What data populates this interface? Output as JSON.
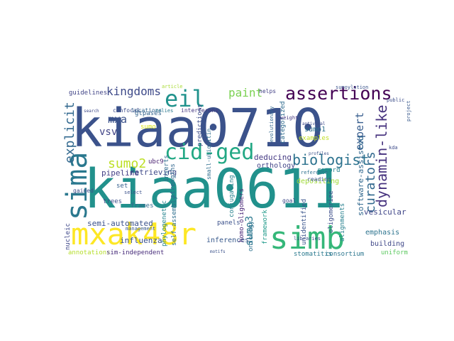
{
  "words": [
    {
      "text": "kiaa0710",
      "color": "#3b528b"
    },
    {
      "text": "kiaa0611",
      "color": "#21918c"
    },
    {
      "text": "mxak48r",
      "color": "#fde725"
    },
    {
      "text": "simb",
      "color": "#35b779"
    },
    {
      "text": "sima",
      "color": "#2a788e"
    },
    {
      "text": "cid-ged",
      "color": "#22a884"
    },
    {
      "text": "assertions",
      "color": "#440154"
    },
    {
      "text": "eil",
      "color": "#20928c"
    },
    {
      "text": "explicit",
      "color": "#31688e"
    },
    {
      "text": "biologist",
      "color": "#2c728e"
    },
    {
      "text": "dynamin-like",
      "color": "#46327e"
    },
    {
      "text": "curators",
      "color": "#31688e"
    },
    {
      "text": "sumo2",
      "color": "#bddf26"
    },
    {
      "text": "kingdoms",
      "color": "#3e4a89"
    },
    {
      "text": "paint",
      "color": "#7ad151"
    },
    {
      "text": "expert",
      "color": "#365c8d"
    },
    {
      "text": "mxa",
      "color": "#3b528b"
    },
    {
      "text": "vsv",
      "color": "#414487"
    },
    {
      "text": "sumo3",
      "color": "#2a788e"
    },
    {
      "text": "deducing",
      "color": "#443983"
    },
    {
      "text": "software-assisted",
      "color": "#31688e"
    },
    {
      "text": "semi-automated",
      "color": "#3b528b"
    },
    {
      "text": "pipeline",
      "color": "#433e85"
    },
    {
      "text": "retrieving",
      "color": "#3e4989"
    },
    {
      "text": "depositing",
      "color": "#a0da39"
    },
    {
      "text": "orthology",
      "color": "#414487"
    },
    {
      "text": "sumo1",
      "color": "#2d708e"
    },
    {
      "text": "vesicular",
      "color": "#404688"
    },
    {
      "text": "influenza",
      "color": "#3b528b"
    },
    {
      "text": "inferences",
      "color": "#38598c"
    },
    {
      "text": "phylogenetic",
      "color": "#25848e"
    },
    {
      "text": "self-assembly",
      "color": "#2e6f8e"
    },
    {
      "text": "homo-oligomers",
      "color": "#482576"
    },
    {
      "text": "conjugating",
      "color": "#26828e"
    },
    {
      "text": "unidentified",
      "color": "#3a548c"
    },
    {
      "text": "oligomerize",
      "color": "#3d4e8a"
    },
    {
      "text": "alignments",
      "color": "#27808e"
    },
    {
      "text": "emphasis",
      "color": "#2c738e"
    },
    {
      "text": "building",
      "color": "#3f4788"
    },
    {
      "text": "uniform",
      "color": "#5ec962"
    },
    {
      "text": "consortium",
      "color": "#2b758e"
    },
    {
      "text": "stomatitis",
      "color": "#29798e"
    },
    {
      "text": "framework",
      "color": "#1f9a8a"
    },
    {
      "text": "ontology",
      "color": "#2d718e"
    },
    {
      "text": "panels",
      "color": "#3b518b"
    },
    {
      "text": "annotations",
      "color": "#b5de2b"
    },
    {
      "text": "sim-independent",
      "color": "#472c7a"
    },
    {
      "text": "nucleic",
      "color": "#3f4889"
    },
    {
      "text": "trees",
      "color": "#3c4f8a"
    },
    {
      "text": "gained",
      "color": "#3d4d8a"
    },
    {
      "text": "set",
      "color": "#35608d"
    },
    {
      "text": "frames",
      "color": "#2f6b8e"
    },
    {
      "text": "inserts",
      "color": "#2f6c8e"
    },
    {
      "text": "strengths",
      "color": "#31678e"
    },
    {
      "text": "ubc9",
      "color": "#481f70"
    },
    {
      "text": "predictions",
      "color": "#3d4e8a"
    },
    {
      "text": "small-ubiquitin",
      "color": "#2e6e8e"
    },
    {
      "text": "categorized",
      "color": "#2f6b8e"
    },
    {
      "text": "examples",
      "color": "#c2df23"
    },
    {
      "text": "record",
      "color": "#26828e"
    },
    {
      "text": "guidelines",
      "color": "#414487"
    },
    {
      "text": "gtpases",
      "color": "#33638d"
    },
    {
      "text": "confocal",
      "color": "#3e4c8a"
    },
    {
      "text": "locations",
      "color": "#32658e"
    },
    {
      "text": "relies",
      "color": "#2a788e"
    },
    {
      "text": "interferons",
      "color": "#453882"
    },
    {
      "text": "helps",
      "color": "#424086"
    },
    {
      "text": "article",
      "color": "#a8db34"
    },
    {
      "text": "sumo",
      "color": "#d8e219"
    },
    {
      "text": "goal",
      "color": "#3e4a89"
    },
    {
      "text": "reading",
      "color": "#3a538b"
    },
    {
      "text": "libraries",
      "color": "#3c4f8a"
    },
    {
      "text": "management",
      "color": "#38588c"
    },
    {
      "text": "select",
      "color": "#3b528b"
    },
    {
      "text": "antiviral",
      "color": "#3e4989"
    },
    {
      "text": "reference",
      "color": "#2d718e"
    },
    {
      "text": "profiles",
      "color": "#3b528b"
    },
    {
      "text": "sumoylation",
      "color": "#3a548c"
    },
    {
      "text": "project",
      "color": "#38588c"
    },
    {
      "text": "public",
      "color": "#3d4e8a"
    },
    {
      "text": "search",
      "color": "#3e4a89"
    },
    {
      "text": "evolutionary",
      "color": "#31678e"
    },
    {
      "text": "motifs",
      "color": "#3b528b"
    },
    {
      "text": "kda",
      "color": "#3e4c8a"
    },
    {
      "text": "weight",
      "color": "#453781"
    }
  ]
}
